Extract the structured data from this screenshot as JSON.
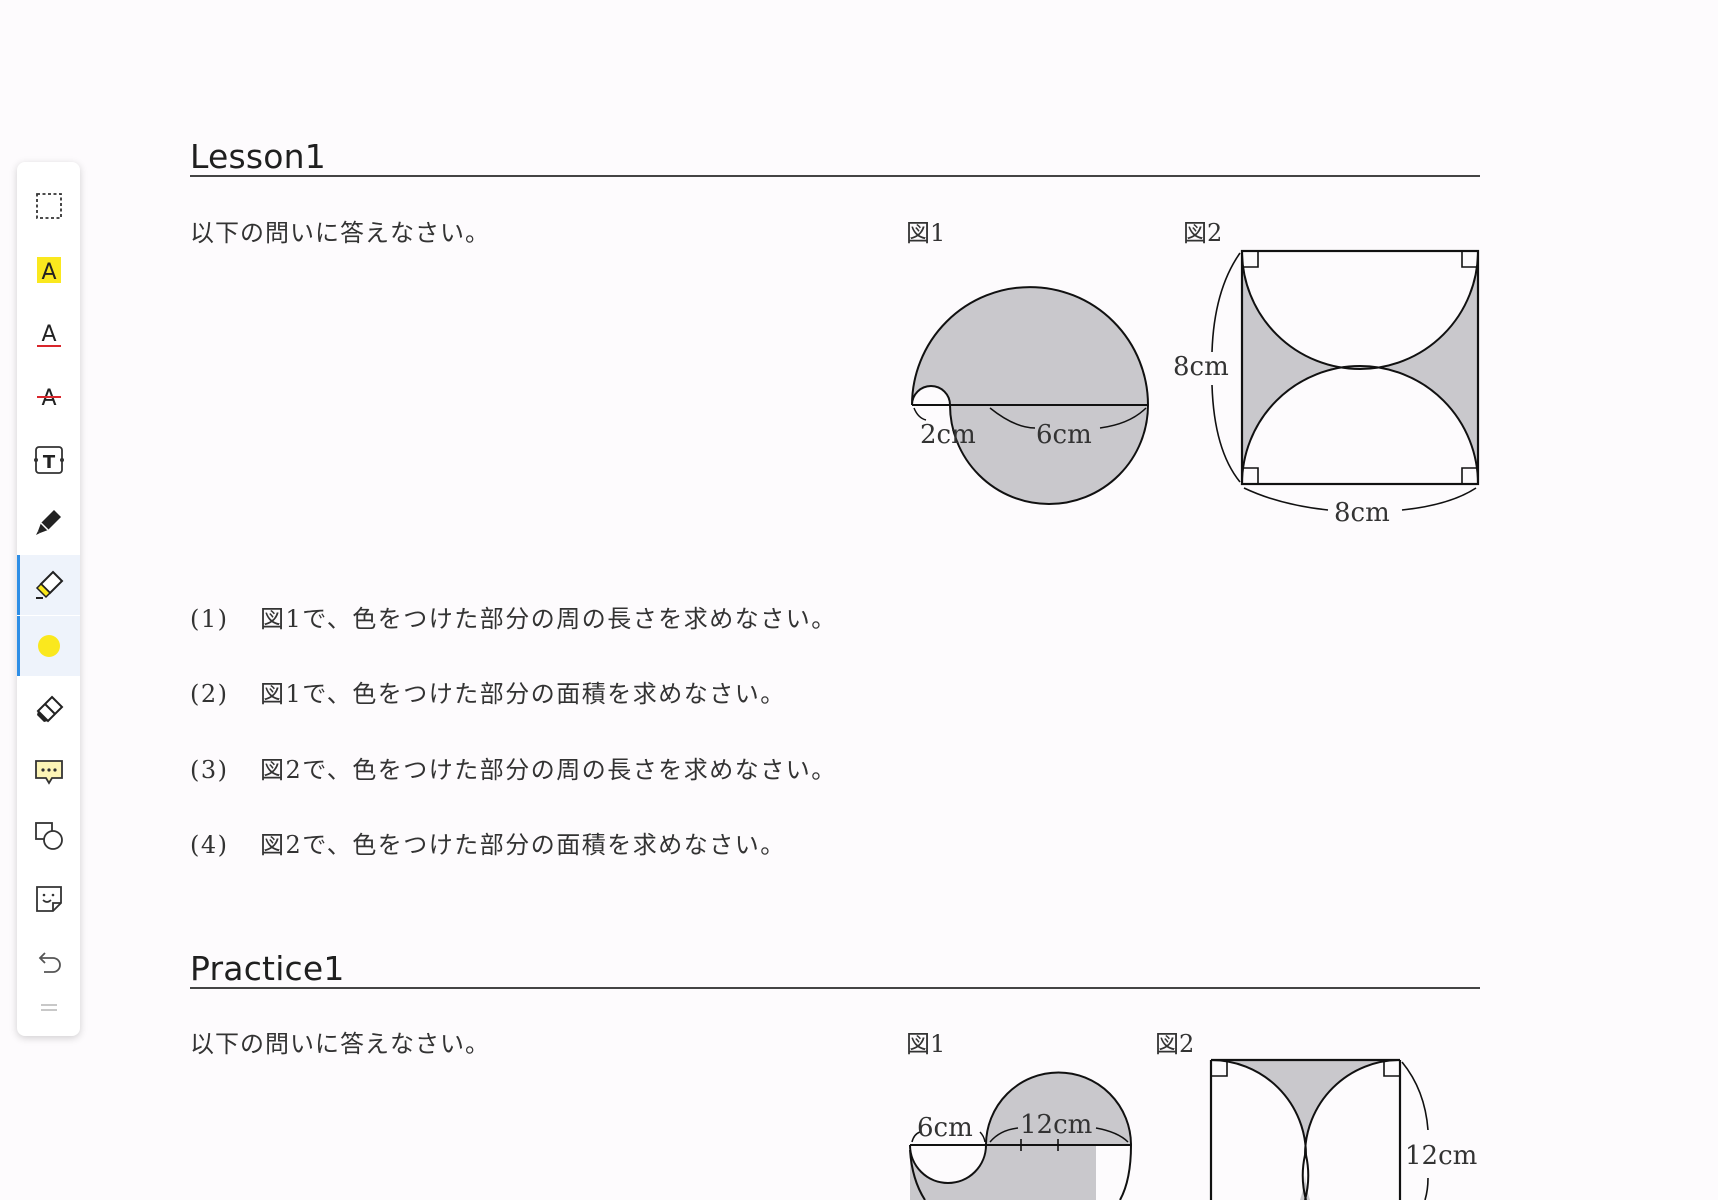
{
  "toolbar": {
    "tools": [
      {
        "name": "select-area",
        "icon": "dashed-rectangle-icon",
        "active": false
      },
      {
        "name": "highlight-text",
        "icon": "highlight-a-icon",
        "active": false
      },
      {
        "name": "underline-text",
        "icon": "underline-a-icon",
        "active": false
      },
      {
        "name": "strikethrough-text",
        "icon": "strikethrough-a-icon",
        "active": false
      },
      {
        "name": "text-box",
        "icon": "text-box-icon",
        "active": false
      },
      {
        "name": "pen",
        "icon": "pen-icon",
        "active": false
      },
      {
        "name": "highlighter",
        "icon": "highlighter-icon",
        "active": true
      },
      {
        "name": "color",
        "icon": "color-dot-icon",
        "active": true,
        "color": "#fae81e"
      },
      {
        "name": "eraser",
        "icon": "eraser-icon",
        "active": false
      },
      {
        "name": "comment",
        "icon": "comment-icon",
        "active": false
      },
      {
        "name": "shapes",
        "icon": "shapes-icon",
        "active": false
      },
      {
        "name": "sticker",
        "icon": "sticker-icon",
        "active": false
      },
      {
        "name": "undo",
        "icon": "undo-icon",
        "active": false
      },
      {
        "name": "drag-handle",
        "icon": "drag-handle-icon",
        "active": false
      }
    ]
  },
  "lesson": {
    "title": "Lesson1",
    "instruction": "以下の問いに答えなさい。",
    "fig1": {
      "label": "図1",
      "left_label": "2cm",
      "right_label": "6cm"
    },
    "fig2": {
      "label": "図2",
      "side_label": "8cm",
      "bottom_label": "8cm"
    },
    "questions": [
      {
        "num": "(1)",
        "text": "図1で、色をつけた部分の周の長さを求めなさい。"
      },
      {
        "num": "(2)",
        "text": "図1で、色をつけた部分の面積を求めなさい。"
      },
      {
        "num": "(3)",
        "text": "図2で、色をつけた部分の周の長さを求めなさい。"
      },
      {
        "num": "(4)",
        "text": "図2で、色をつけた部分の面積を求めなさい。"
      }
    ]
  },
  "practice": {
    "title": "Practice1",
    "instruction": "以下の問いに答えなさい。",
    "fig1": {
      "label": "図1",
      "left_label": "6cm",
      "right_label": "12cm"
    },
    "fig2": {
      "label": "図2",
      "side_label": "12cm"
    }
  },
  "colors": {
    "shade": "#c9c8cc",
    "accent": "#2f8fe6",
    "highlight": "#fae81e"
  }
}
